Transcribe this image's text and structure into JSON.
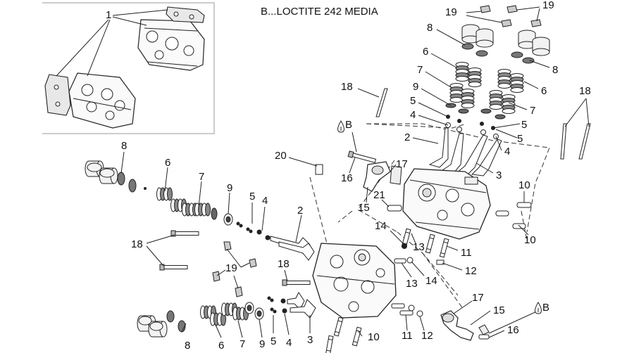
{
  "note": {
    "text": "B...LOCTITE 242 MEDIA"
  },
  "drop_symbol": {
    "icon": "loctite-drop-icon",
    "letter": "B"
  },
  "callouts": [
    {
      "id": "c1",
      "text": "1"
    },
    {
      "id": "c19a",
      "text": "19"
    },
    {
      "id": "c19b",
      "text": "19"
    },
    {
      "id": "c8a",
      "text": "8"
    },
    {
      "id": "c8b",
      "text": "8"
    },
    {
      "id": "c6a",
      "text": "6"
    },
    {
      "id": "c6b",
      "text": "6"
    },
    {
      "id": "c7a",
      "text": "7"
    },
    {
      "id": "c7b",
      "text": "7"
    },
    {
      "id": "c9a",
      "text": "9"
    },
    {
      "id": "c5a",
      "text": "5"
    },
    {
      "id": "c5b",
      "text": "5"
    },
    {
      "id": "c5c",
      "text": "5"
    },
    {
      "id": "c4a",
      "text": "4"
    },
    {
      "id": "c4b",
      "text": "4"
    },
    {
      "id": "c2a",
      "text": "2"
    },
    {
      "id": "c3a",
      "text": "3"
    },
    {
      "id": "c18a",
      "text": "18"
    },
    {
      "id": "c18b",
      "text": "18"
    },
    {
      "id": "cBa",
      "text": "B"
    },
    {
      "id": "c20",
      "text": "20"
    },
    {
      "id": "c16a",
      "text": "16"
    },
    {
      "id": "c17a",
      "text": "17"
    },
    {
      "id": "c15a",
      "text": "15"
    },
    {
      "id": "c21",
      "text": "21"
    },
    {
      "id": "c10a",
      "text": "10"
    },
    {
      "id": "c10b",
      "text": "10"
    },
    {
      "id": "c8c",
      "text": "8"
    },
    {
      "id": "c6c",
      "text": "6"
    },
    {
      "id": "c7c",
      "text": "7"
    },
    {
      "id": "c9b",
      "text": "9"
    },
    {
      "id": "c5d",
      "text": "5"
    },
    {
      "id": "c4c",
      "text": "4"
    },
    {
      "id": "c2b",
      "text": "2"
    },
    {
      "id": "c18c",
      "text": "18"
    },
    {
      "id": "c19c",
      "text": "19"
    },
    {
      "id": "c18d",
      "text": "18"
    },
    {
      "id": "c14a",
      "text": "14"
    },
    {
      "id": "c13a",
      "text": "13"
    },
    {
      "id": "c11a",
      "text": "11"
    },
    {
      "id": "c12a",
      "text": "12"
    },
    {
      "id": "c13b",
      "text": "13"
    },
    {
      "id": "c14b",
      "text": "14"
    },
    {
      "id": "c17b",
      "text": "17"
    },
    {
      "id": "c15b",
      "text": "15"
    },
    {
      "id": "cBb",
      "text": "B"
    },
    {
      "id": "c16b",
      "text": "16"
    },
    {
      "id": "c8d",
      "text": "8"
    },
    {
      "id": "c6d",
      "text": "6"
    },
    {
      "id": "c7d",
      "text": "7"
    },
    {
      "id": "c9c",
      "text": "9"
    },
    {
      "id": "c5e",
      "text": "5"
    },
    {
      "id": "c4d",
      "text": "4"
    },
    {
      "id": "c3b",
      "text": "3"
    },
    {
      "id": "c11b",
      "text": "11"
    },
    {
      "id": "c12b",
      "text": "12"
    },
    {
      "id": "c10c",
      "text": "10"
    }
  ],
  "colors": {
    "line": "#222222",
    "fill": "#ffffff",
    "shade": "#cfcfcf",
    "dark": "#555555"
  }
}
